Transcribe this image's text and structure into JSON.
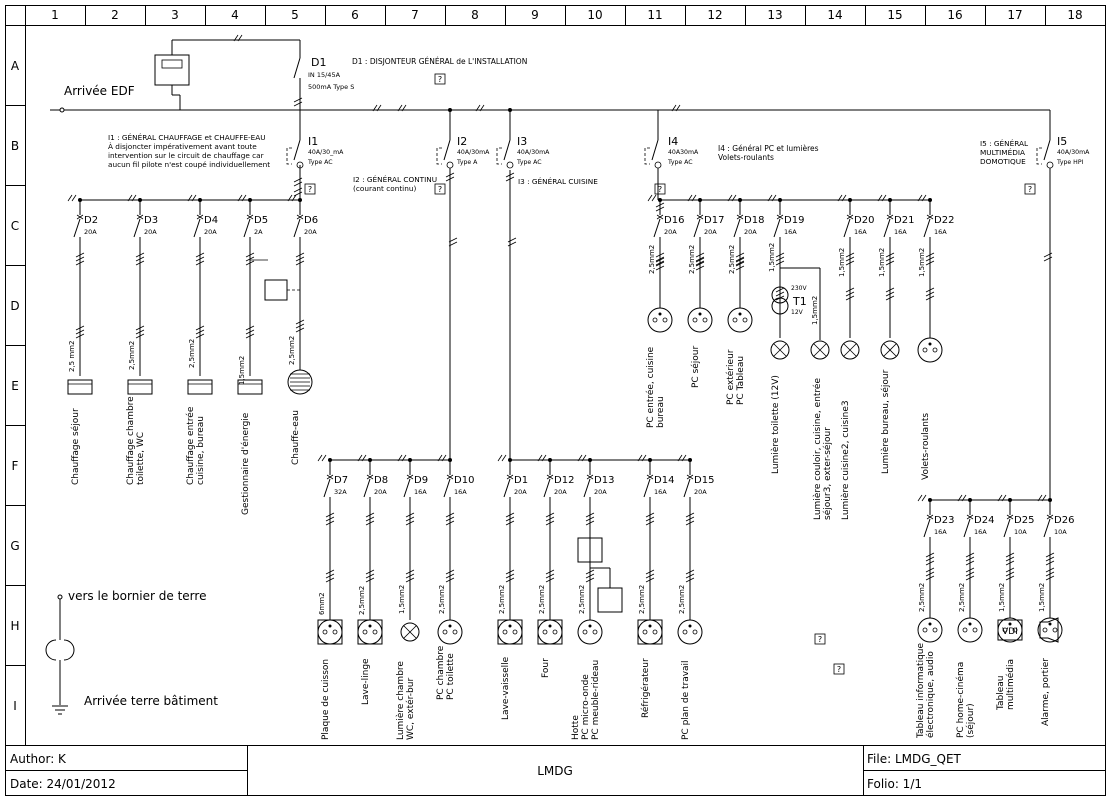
{
  "sheet": {
    "columns": [
      "1",
      "2",
      "3",
      "4",
      "5",
      "6",
      "7",
      "8",
      "9",
      "10",
      "11",
      "12",
      "13",
      "14",
      "15",
      "16",
      "17",
      "18"
    ],
    "rows": [
      "A",
      "B",
      "C",
      "D",
      "E",
      "F",
      "G",
      "H",
      "I"
    ]
  },
  "source": {
    "label": "Arrivée EDF"
  },
  "main_breaker": {
    "tag": "D1",
    "spec1": "IN 15/45A",
    "spec2": "500mA Type S",
    "note": "D1 : DISJONTEUR GÉNÉRAL de L'INSTALLATION"
  },
  "groups": [
    {
      "tag": "I1",
      "spec1": "40A/30_mA",
      "spec2": "Type AC",
      "note": [
        "I1 : GÉNÉRAL CHAUFFAGE et CHAUFFE-EAU",
        "À disjoncter impérativement avant toute",
        "intervention sur le circuit de chauffage car",
        "aucun fil pilote n'est coupé individuellement"
      ]
    },
    {
      "tag": "I2",
      "spec1": "40A/30mA",
      "spec2": "Type A",
      "note": [
        "I2 : GÉNÉRAL CONTINU",
        "(courant continu)"
      ]
    },
    {
      "tag": "I3",
      "spec1": "40A/30mA",
      "spec2": "Type AC",
      "note": [
        "I3 : GÉNÉRAL CUISINE"
      ]
    },
    {
      "tag": "I4",
      "spec1": "40A30mA",
      "spec2": "Type AC",
      "note": [
        "I4 : Général PC et lumières",
        "Volets-roulants"
      ]
    },
    {
      "tag": "I5",
      "spec1": "40A/30mA",
      "spec2": "Type HPI",
      "note": [
        "I5 : GÉNÉRAL",
        "MULTIMÉDIA",
        "DOMOTIQUE"
      ]
    }
  ],
  "circuits": [
    {
      "tag": "D2",
      "rating": "20A",
      "cable": "2,5 mm2",
      "label": [
        "Chauffage séjour"
      ]
    },
    {
      "tag": "D3",
      "rating": "20A",
      "cable": "2,5mm2",
      "label": [
        "Chauffage chambre",
        "toilette, WC"
      ]
    },
    {
      "tag": "D4",
      "rating": "20A",
      "cable": "2,5mm2",
      "label": [
        "Chauffage entrée",
        "cuisine, bureau"
      ]
    },
    {
      "tag": "D5",
      "rating": "2A",
      "cable": "1,5mm2",
      "label": [
        "Gestionnaire d'énergie"
      ]
    },
    {
      "tag": "D6",
      "rating": "20A",
      "cable": "2,5mm2",
      "label": [
        "Chauffe-eau"
      ]
    },
    {
      "tag": "D7",
      "rating": "32A",
      "cable": "6mm2",
      "label": [
        "Plaque de cuisson"
      ]
    },
    {
      "tag": "D8",
      "rating": "20A",
      "cable": "2,5mm2",
      "label": [
        "Lave-linge"
      ]
    },
    {
      "tag": "D9",
      "rating": "16A",
      "cable": "1,5mm2",
      "label": [
        "Lumière chambre",
        "WC, extér-bur"
      ]
    },
    {
      "tag": "D10",
      "rating": "16A",
      "cable": "2,5mm2",
      "label": [
        "PC chambre",
        "PC toilette"
      ]
    },
    {
      "tag": "D1",
      "rating": "20A",
      "cable": "2,5mm2",
      "label": [
        "Lave-vaisselle"
      ]
    },
    {
      "tag": "D12",
      "rating": "20A",
      "cable": "2,5mm2",
      "label": [
        "Four"
      ]
    },
    {
      "tag": "D13",
      "rating": "20A",
      "cable": "2,5mm2",
      "label": [
        "Hotte",
        "PC micro-onde",
        "PC meuble-rideau"
      ]
    },
    {
      "tag": "D14",
      "rating": "16A",
      "cable": "2,5mm2",
      "label": [
        "Réfrigérateur"
      ]
    },
    {
      "tag": "D15",
      "rating": "20A",
      "cable": "2,5mm2",
      "label": [
        "PC plan de travail"
      ]
    },
    {
      "tag": "D16",
      "rating": "20A",
      "cable": "2,5mm2",
      "label": [
        "PC entrée, cuisine",
        "bureau"
      ]
    },
    {
      "tag": "D17",
      "rating": "20A",
      "cable": "2,5mm2",
      "label": [
        "PC séjour"
      ]
    },
    {
      "tag": "D18",
      "rating": "20A",
      "cable": "2,5mm2",
      "label": [
        "PC extérieur",
        "PC Tableau"
      ]
    },
    {
      "tag": "D19",
      "rating": "16A",
      "cable": "1,5mm2",
      "label": [
        "Lumière toilette (12V)"
      ]
    },
    {
      "tag": "D20",
      "rating": "16A",
      "cable": "1,5mm2",
      "label": [
        "Lumière cuisine2, cuisine3"
      ]
    },
    {
      "tag": "D21",
      "rating": "16A",
      "cable": "1,5mm2",
      "label": [
        "Lumière bureau, séjour"
      ]
    },
    {
      "tag": "D22",
      "rating": "16A",
      "cable": "1,5mm2",
      "label": [
        "Volets-roulants"
      ]
    },
    {
      "tag": "D23",
      "rating": "16A",
      "cable": "2,5mm2",
      "label": [
        "Tableau informatique",
        "électronique, audio"
      ]
    },
    {
      "tag": "D24",
      "rating": "16A",
      "cable": "2,5mm2",
      "label": [
        "PC home-cinéma",
        "(séjour)"
      ]
    },
    {
      "tag": "D25",
      "rating": "10A",
      "cable": "1,5mm2",
      "label": [
        "Tableau",
        "multimédia"
      ]
    },
    {
      "tag": "D26",
      "rating": "10A",
      "cable": "1,5mm2",
      "label": [
        "Alarme, portier"
      ]
    }
  ],
  "extra_labels": {
    "transformer_tag": "T1",
    "transformer_in": "230V",
    "transformer_out": "12V",
    "transformer_cable": "1,5mm2",
    "corridor_light": [
      "Lumière couloir, cuisine, entrée",
      "séjour3, exter-séjour"
    ],
    "vdi": "VDI",
    "help": "?"
  },
  "earth": {
    "top": "vers le bornier de terre",
    "bottom": "Arrivée terre bâtiment"
  },
  "title_block": {
    "author": "Author: K",
    "date": "Date: 24/01/2012",
    "title": "LMDG",
    "file": "File: LMDG_QET",
    "folio": "Folio: 1/1"
  }
}
